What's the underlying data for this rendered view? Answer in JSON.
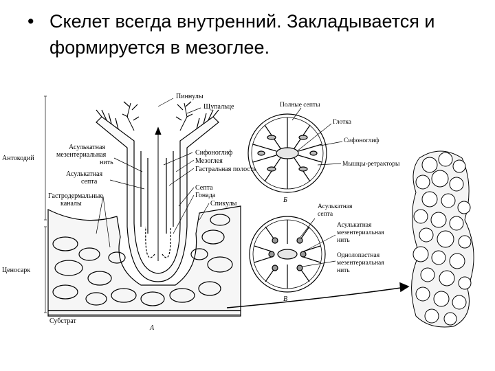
{
  "slide": {
    "bullet_char": "•",
    "text_line1": "Скелет всегда внутренний. Закладывается и",
    "text_line2": "формируется в мезоглее."
  },
  "figure": {
    "left_labels": {
      "antokodiy": "Антокодий",
      "tsenosark": "Ценосарк",
      "substrat": "Субстрат"
    },
    "polyp_labels": {
      "pinnuly": "Пиннулы",
      "shchupaltse": "Щупальце",
      "asulk_mez_1": "Асулькатная",
      "asulk_mez_2": "мезентериальная",
      "asulk_mez_3": "нить",
      "asulk_septa_1": "Асулькатная",
      "asulk_septa_2": "септа",
      "gastro_1": "Гастродермальные",
      "gastro_2": "каналы",
      "sifonoglif": "Сифоноглиф",
      "mezogleya": "Мезоглея",
      "gastr_polost": "Гастральная полость",
      "septa": "Септа",
      "gonada": "Гонада",
      "spikuly": "Спикулы"
    },
    "section_b_labels": {
      "polnye_septy": "Полные септы",
      "glotka": "Глотка",
      "sifonoglif": "Сифоноглиф",
      "myshtsy": "Мышцы-ретракторы"
    },
    "section_v_labels": {
      "asulk_septa_1": "Асулькатная",
      "asulk_septa_2": "септа",
      "asulk_mez_1": "Асулькатная",
      "asulk_mez_2": "мезентериальная",
      "asulk_mez_3": "нить",
      "odnolop_1": "Однолопастная",
      "odnolop_2": "мезентериальная",
      "odnolop_3": "нить"
    },
    "letters": {
      "a": "А",
      "b": "Б",
      "v": "В"
    }
  }
}
